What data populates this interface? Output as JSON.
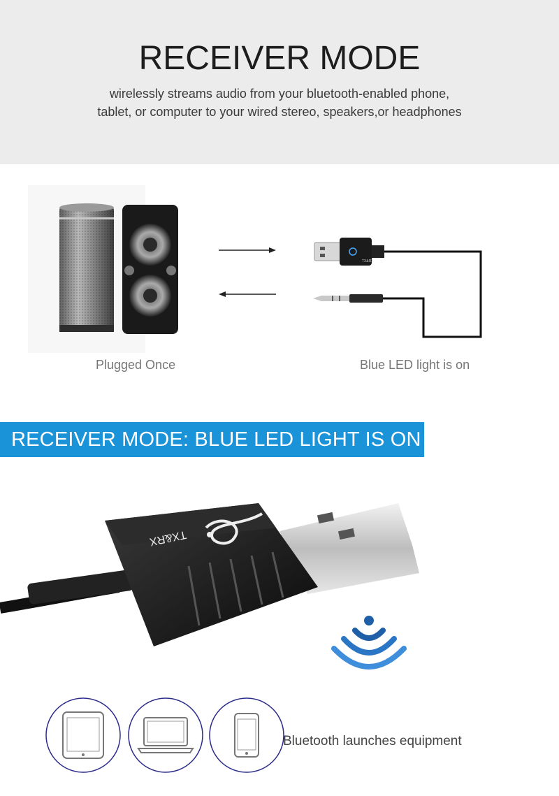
{
  "header": {
    "title": "RECEIVER MODE",
    "subtitle_line1": "wirelessly streams audio from your bluetooth-enabled phone,",
    "subtitle_line2": "tablet, or computer to your wired stereo, speakers,or headphones"
  },
  "diagram": {
    "left_caption": "Plugged Once",
    "right_caption": "Blue LED light is on"
  },
  "banner": {
    "text": "RECEIVER MODE: BLUE LED LIGHT IS ON"
  },
  "product": {
    "label": "TX&RX"
  },
  "devices": {
    "label": "Bluetooth launches equipment",
    "icons": [
      "tablet-icon",
      "laptop-icon",
      "phone-icon"
    ]
  },
  "colors": {
    "banner": "#1a93d8",
    "header_bg": "#ececec",
    "wifi_blue": "#1f5fa8"
  }
}
